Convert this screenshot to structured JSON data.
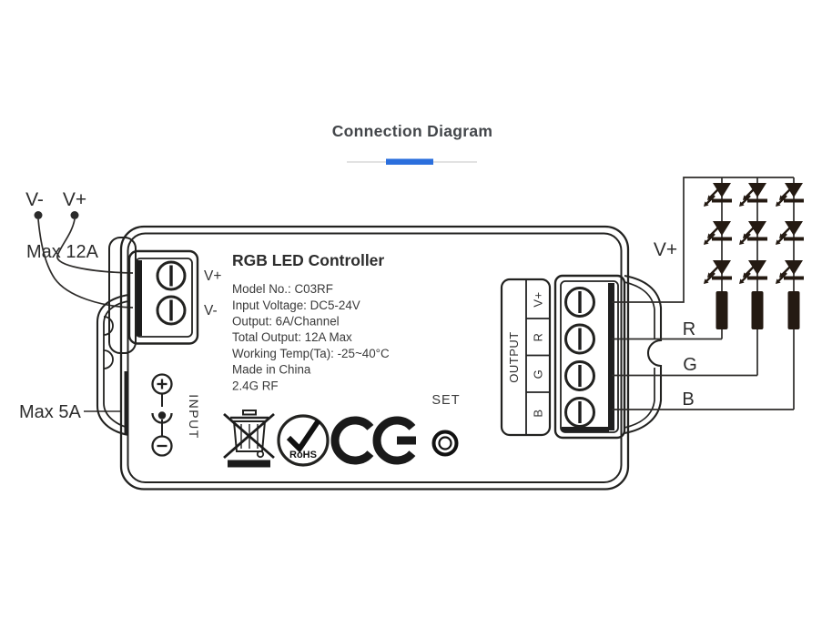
{
  "header": {
    "title": "Connection Diagram",
    "accent_color": "#2b6fdd",
    "rule_color": "#d8d8d8"
  },
  "device": {
    "product_name": "RGB LED Controller",
    "specs": [
      "Model No.: C03RF",
      "Input Voltage: DC5-24V",
      "Output: 6A/Channel",
      "Total Output: 12A Max",
      "Working Temp(Ta): -25~40°C",
      "Made in China",
      "2.4G RF"
    ],
    "set_label": "SET",
    "input_label": "INPUT",
    "input_terminals": {
      "positive": "V+",
      "negative": "V-"
    },
    "output_panel": {
      "title": "OUTPUT",
      "channels": [
        "V+",
        "R",
        "G",
        "B"
      ]
    },
    "certifications": {
      "rohs_label": "RoHS",
      "ce_label": "CE"
    }
  },
  "annotations": {
    "supply_negative": "V-",
    "supply_positive": "V+",
    "max_input_current": "Max 12A",
    "max_jack_current": "Max 5A",
    "led_bus_positive": "V+",
    "channel_r": "R",
    "channel_g": "G",
    "channel_b": "B"
  }
}
